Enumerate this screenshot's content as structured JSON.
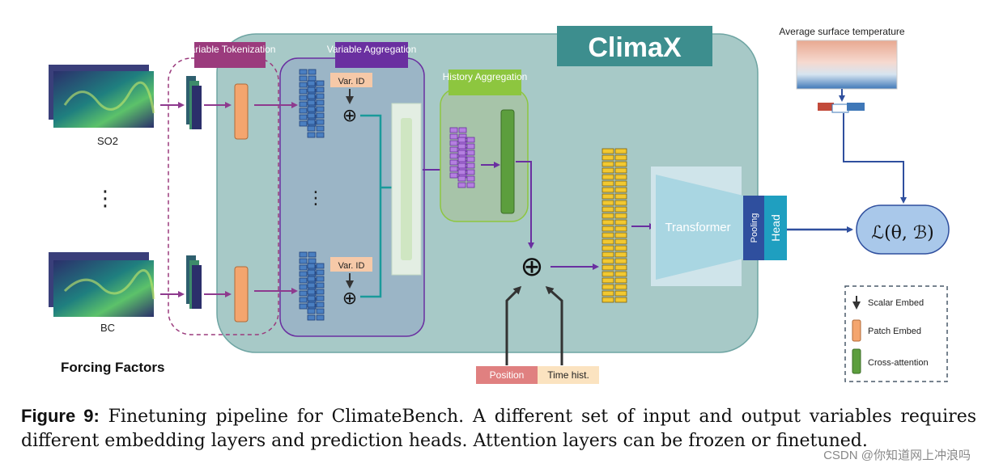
{
  "diagram": {
    "title": "ClimaX",
    "forcing_factors_label": "Forcing Factors",
    "input_top_label": "SO2",
    "input_bottom_label": "BC",
    "ellipsis": "⋮",
    "variable_tokenization_label": "Variable Tokenization",
    "variable_aggregation_label": "Variable Aggregation",
    "history_aggregation_label": "History Aggregation",
    "var_id_label": "Var. ID",
    "transformer_label": "Transformer",
    "pooling_label": "Pooling",
    "head_label": "Head",
    "loss_label": "ℒ(θ, ℬ)",
    "output_label": "Average surface temperature",
    "position_label": "Position",
    "time_hist_label": "Time hist.",
    "plus_symbol": "⊕"
  },
  "legend": {
    "scalar_embed": "Scalar Embed",
    "patch_embed": "Patch Embed",
    "cross_attention": "Cross-attention"
  },
  "caption": {
    "figure_label": "Figure 9:",
    "text": "Finetuning pipeline for ClimateBench. A different set of input and output variables requires different embedding layers and prediction heads. Attention layers can be frozen or finetuned."
  },
  "watermark": "CSDN @你知道网上冲浪吗",
  "colors": {
    "climax_bg": "#a7c9c7",
    "climax_title_bg": "#3d8e8e",
    "tokenization_tag": "#9b3b7d",
    "aggregation_tag": "#6a2fa0",
    "history_tag": "#8dc63f",
    "patch_embed": "#f4a56e",
    "cross_attention": "#5c9e3d",
    "arrow_purple": "#8e3a8e",
    "teal_line": "#1a9a9a",
    "pooling": "#2f4f9e",
    "head": "#1f9fc0",
    "loss_bg": "#a9c8ea",
    "position_bg": "#e08080",
    "time_hist_bg": "#fbe3c0"
  }
}
